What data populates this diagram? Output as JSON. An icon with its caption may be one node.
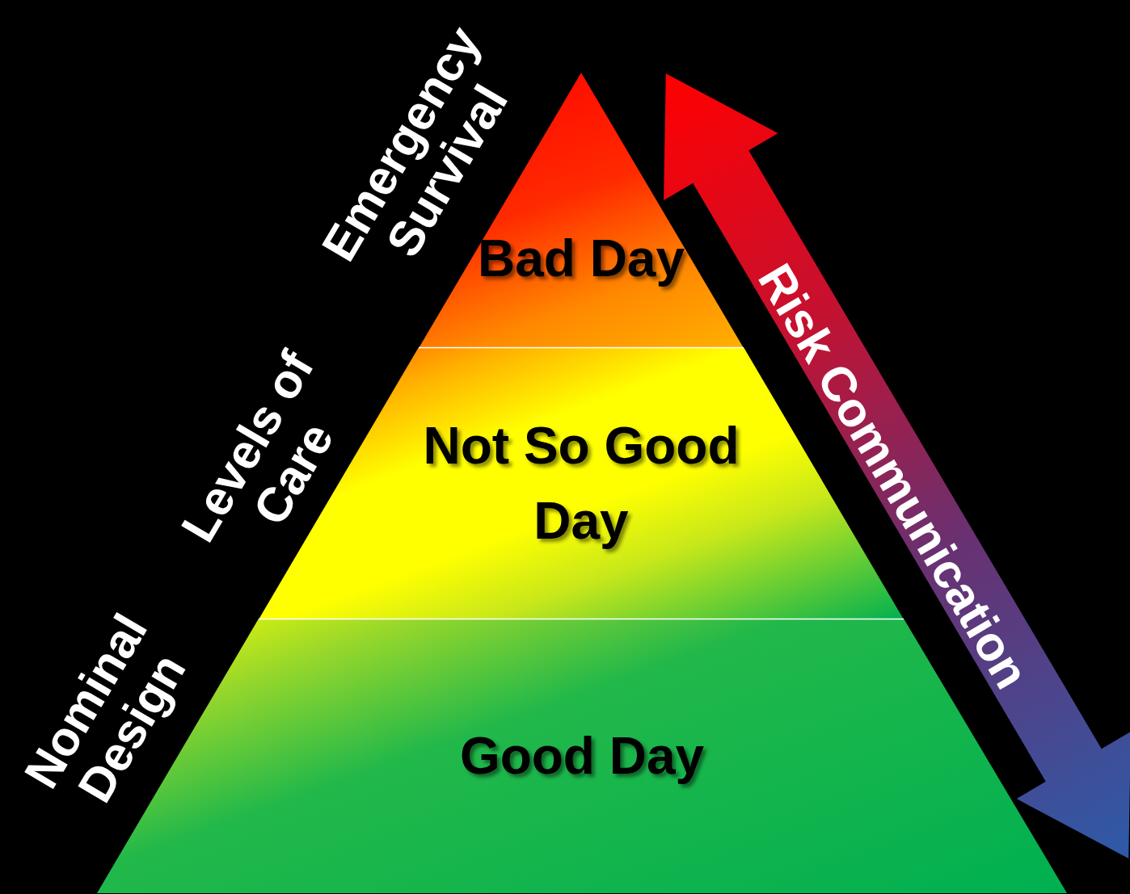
{
  "diagram": {
    "nodes": [
      {
        "text": [
          "Bad Day"
        ]
      },
      {
        "text": [
          "Not So Good Day"
        ]
      },
      {
        "text": [
          "Good Day"
        ]
      }
    ],
    "labels": [
      "Emergency Survival",
      "Levels of Care",
      "Nominal Design",
      "Risk Communication"
    ]
  }
}
